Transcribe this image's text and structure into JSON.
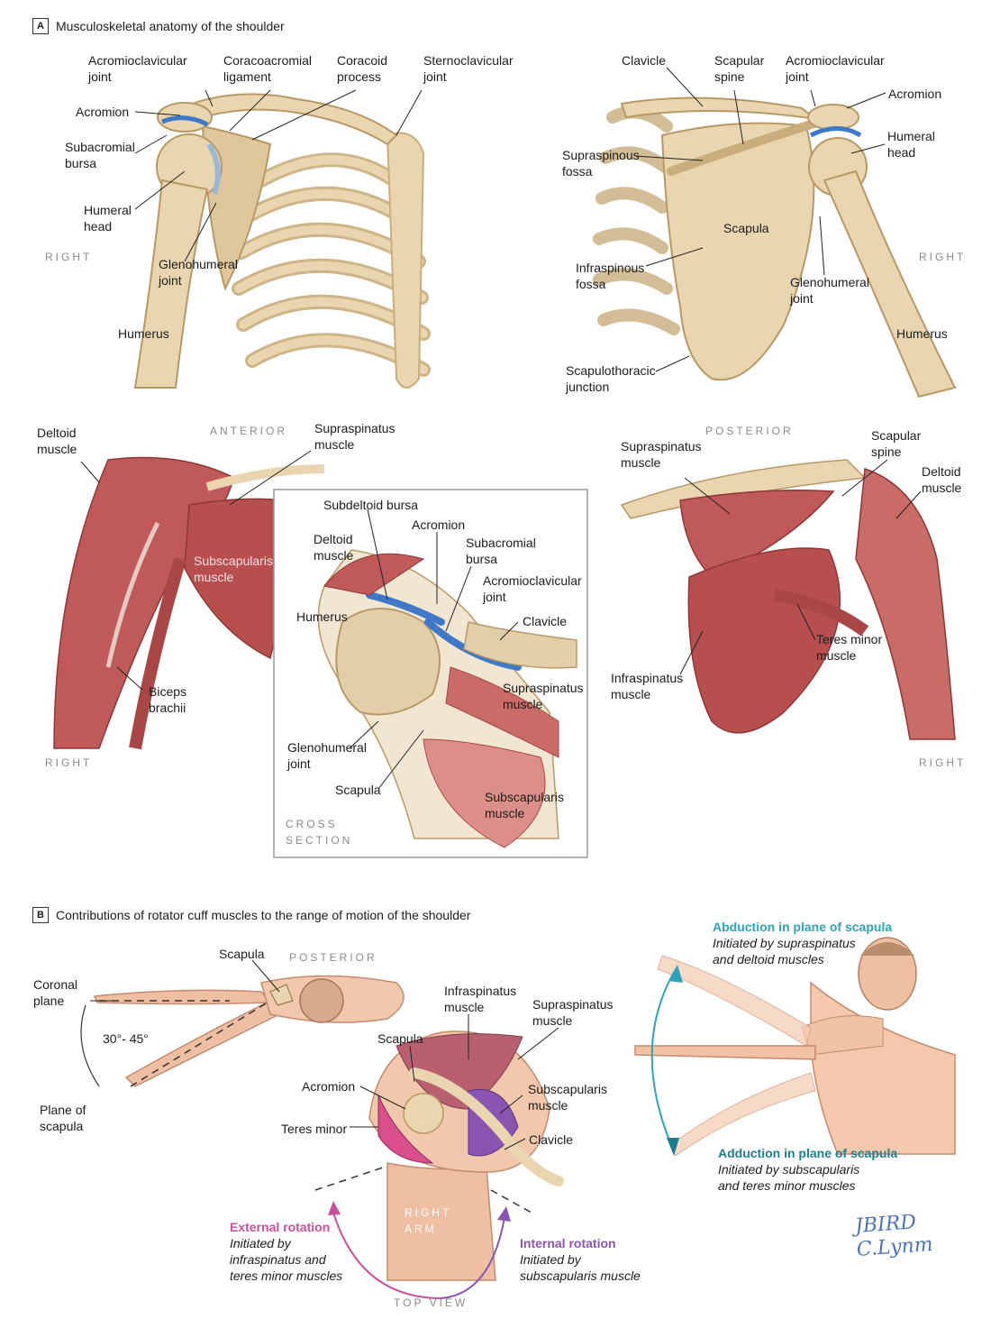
{
  "panelA": {
    "badge": "A",
    "title": "Musculoskeletal anatomy of the shoulder",
    "anterior_bones": {
      "labels": [
        "Acromioclavicular\njoint",
        "Coracoacromial\nligament",
        "Coracoid\nprocess",
        "Sternoclavicular\njoint",
        "Acromion",
        "Subacromial\nbursa",
        "Humeral\nhead",
        "Glenohumeral\njoint",
        "Humerus"
      ],
      "side": "RIGHT",
      "view": "ANTERIOR"
    },
    "posterior_bones": {
      "labels": [
        "Clavicle",
        "Scapular\nspine",
        "Acromioclavicular\njoint",
        "Acromion",
        "Humeral\nhead",
        "Supraspinous\nfossa",
        "Scapula",
        "Infraspinous\nfossa",
        "Glenohumeral\njoint",
        "Humerus",
        "Scapulothoracic\njunction"
      ],
      "side": "RIGHT",
      "view": "POSTERIOR"
    },
    "anterior_muscles": {
      "labels": [
        "Deltoid\nmuscle",
        "Supraspinatus\nmuscle",
        "Subscapularis\nmuscle",
        "Biceps\nbrachii"
      ],
      "side": "RIGHT"
    },
    "cross_section": {
      "labels": [
        "Subdeltoid bursa",
        "Acromion",
        "Deltoid\nmuscle",
        "Subacromial\nbursa",
        "Acromioclavicular\njoint",
        "Humerus",
        "Clavicle",
        "Supraspinatus\nmuscle",
        "Glenohumeral\njoint",
        "Scapula",
        "Subscapularis\nmuscle"
      ],
      "view": "CROSS\nSECTION"
    },
    "posterior_muscles": {
      "labels": [
        "Supraspinatus\nmuscle",
        "Scapular\nspine",
        "Deltoid\nmuscle",
        "Teres minor\nmuscle",
        "Infraspinatus\nmuscle"
      ],
      "side": "RIGHT"
    }
  },
  "panelB": {
    "badge": "B",
    "title": "Contributions of rotator cuff muscles to the range of motion of the shoulder",
    "top_view": {
      "labels": [
        "Scapula",
        "Coronal\nplane",
        "30°- 45°",
        "Plane of\nscapula"
      ],
      "view_posterior": "POSTERIOR"
    },
    "rotation_view": {
      "labels": [
        "Infraspinatus\nmuscle",
        "Supraspinatus\nmuscle",
        "Scapula",
        "Acromion",
        "Subscapularis\nmuscle",
        "Teres minor",
        "Clavicle"
      ],
      "arm": "RIGHT\nARM",
      "view": "TOP VIEW",
      "external": {
        "title": "External rotation",
        "desc": "Initiated by\ninfraspinatus and\nteres minor muscles",
        "color": "#c9509a"
      },
      "internal": {
        "title": "Internal rotation",
        "desc": "Initiated by\nsubscapularis muscle",
        "color": "#8a55b0"
      }
    },
    "abduction_view": {
      "abduction": {
        "title": "Abduction in plane of scapula",
        "desc": "Initiated by supraspinatus\nand deltoid muscles",
        "color": "#2fa3b8"
      },
      "adduction": {
        "title": "Adduction in plane of scapula",
        "desc": "Initiated by subscapularis\nand teres minor muscles",
        "color": "#1f7f8f"
      }
    },
    "signature": "JBIRD\nC.Lynm"
  },
  "colors": {
    "bone": "#e9d6b0",
    "bone_dark": "#c9ad7c",
    "muscle": "#c05a5a",
    "muscle_light": "#dc8f88",
    "bursa": "#3f78c6",
    "skin": "#eebfa3",
    "leader": "#222222"
  }
}
